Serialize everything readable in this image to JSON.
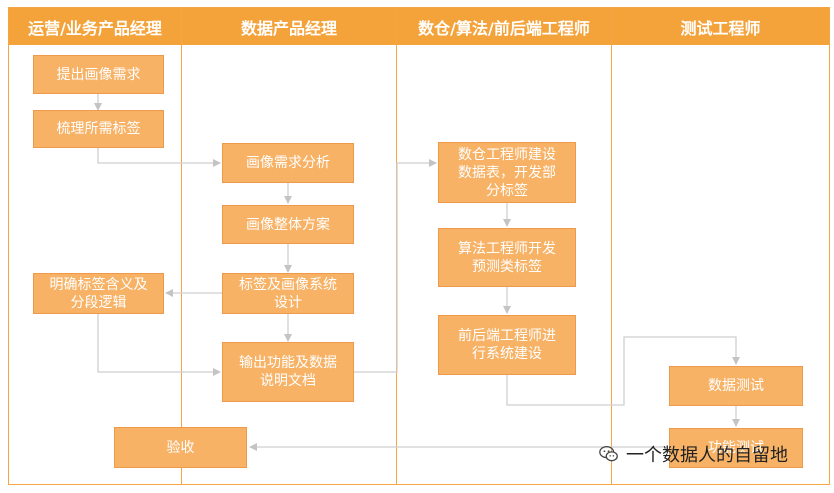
{
  "lanes": [
    {
      "title": "运营/业务产品经理"
    },
    {
      "title": "数据产品经理"
    },
    {
      "title": "数仓/算法/前后端工程师"
    },
    {
      "title": "测试工程师"
    }
  ],
  "steps": {
    "s1": "提出画像需求",
    "s2": "梳理所需标签",
    "s3": "画像需求分析",
    "s4": "画像整体方案",
    "s5": "标签及画像系统\n设计",
    "s6": "明确标签含义及\n分段逻辑",
    "s7": "输出功能及数据\n说明文档",
    "s8": "数仓工程师建设\n数据表，开发部\n分标签",
    "s9": "算法工程师开发\n预测类标签",
    "s10": "前后端工程师进\n行系统建设",
    "s11": "数据测试",
    "s12": "功能测试",
    "s13": "验收"
  },
  "watermark": {
    "text": "一个数据人的自留地",
    "icon": "wechat-icon"
  },
  "colors": {
    "header": "#f4a23a",
    "box": "#f7b266",
    "line": "#c8c8c8"
  }
}
